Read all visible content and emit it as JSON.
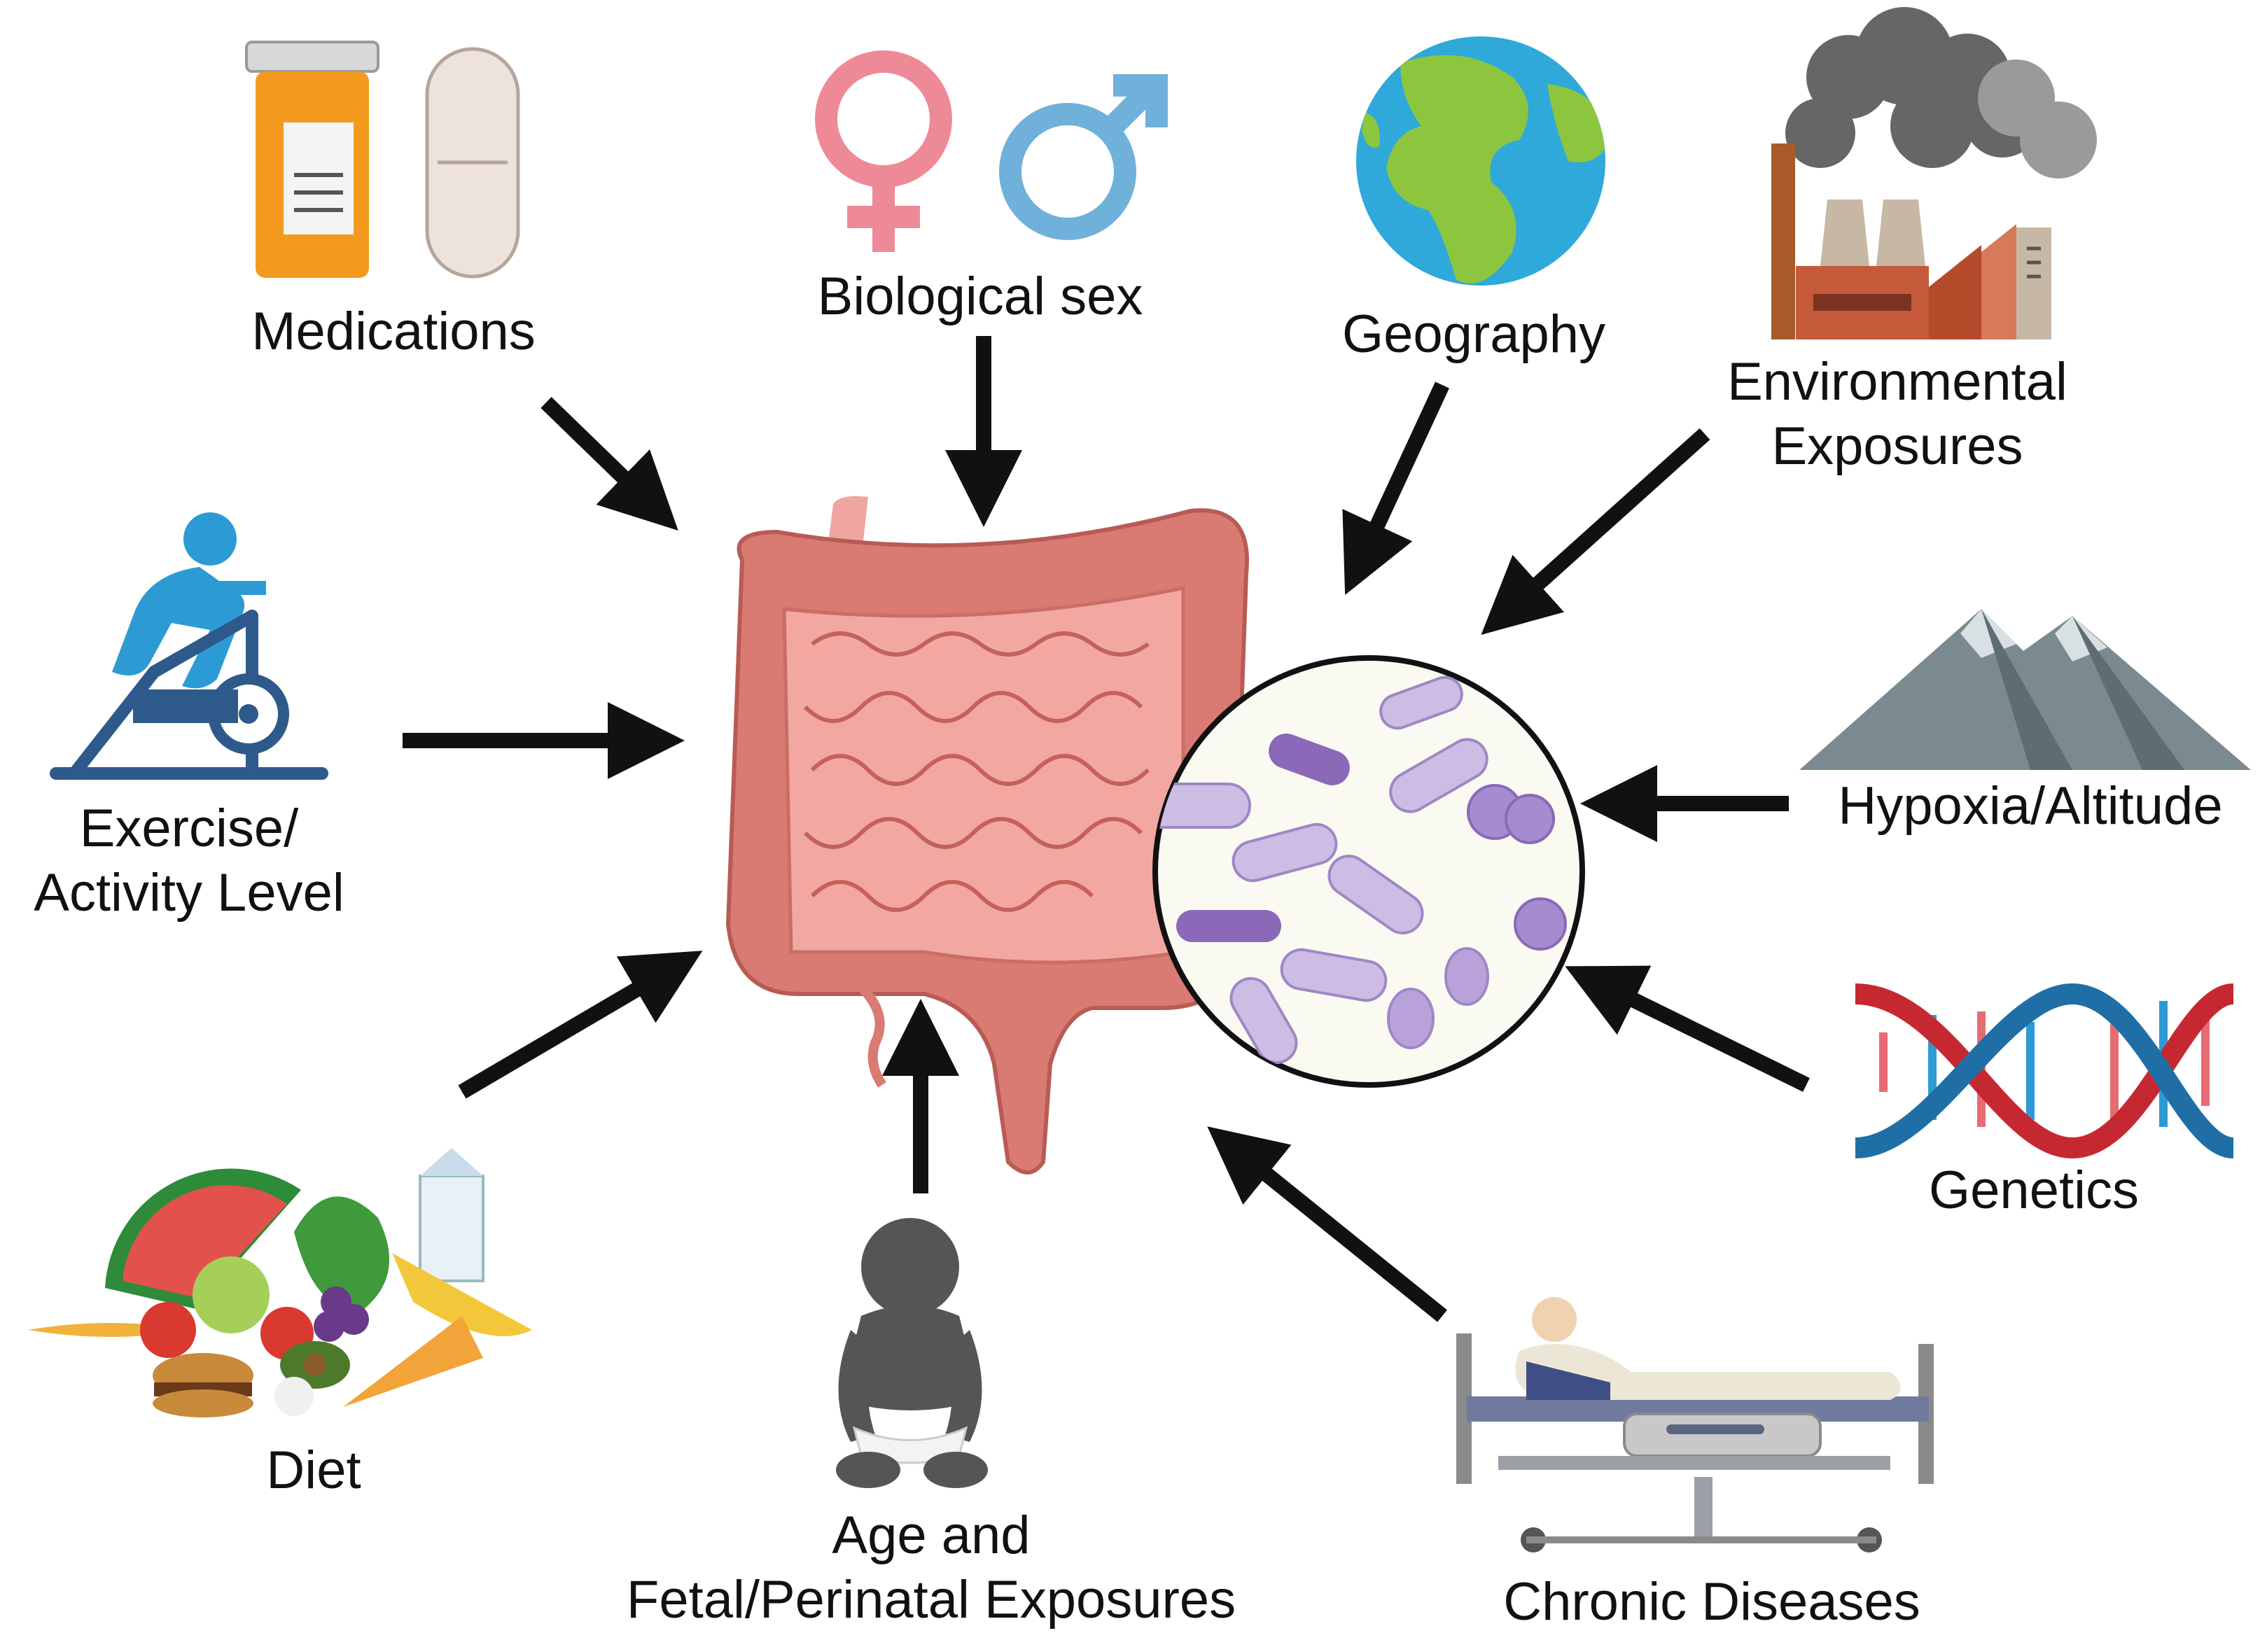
{
  "factors": {
    "medications": {
      "label": "Medications"
    },
    "biological_sex": {
      "label": "Biological sex"
    },
    "geography": {
      "label": "Geography"
    },
    "environmental": {
      "line1": "Environmental",
      "line2": "Exposures"
    },
    "exercise": {
      "line1": "Exercise/",
      "line2": "Activity Level"
    },
    "hypoxia": {
      "label": "Hypoxia/Altitude"
    },
    "genetics": {
      "label": "Genetics"
    },
    "diet": {
      "label": "Diet"
    },
    "age": {
      "line1": "Age and",
      "line2": "Fetal/Perinatal Exposures"
    },
    "chronic": {
      "label": "Chronic Diseases"
    }
  },
  "icons": {
    "medications": "pill-bottle-icon",
    "biological_sex": "sex-symbols-icon",
    "geography": "globe-icon",
    "environmental": "factory-smoke-icon",
    "exercise": "exercise-bike-icon",
    "hypoxia": "mountain-icon",
    "genetics": "dna-icon",
    "diet": "food-icon",
    "age": "baby-icon",
    "chronic": "hospital-bed-icon",
    "center": "intestine-icon",
    "microbiome": "bacteria-icon"
  },
  "colors": {
    "arrow": "#111111",
    "intestine": "#e7958f",
    "female": "#ee8a97",
    "male": "#6fb1da",
    "ocean": "#2fa9d9",
    "land": "#8cc63f",
    "dna_red": "#c62832",
    "dna_blue": "#1f6fa6",
    "bacteria": "#c7b4e0"
  }
}
